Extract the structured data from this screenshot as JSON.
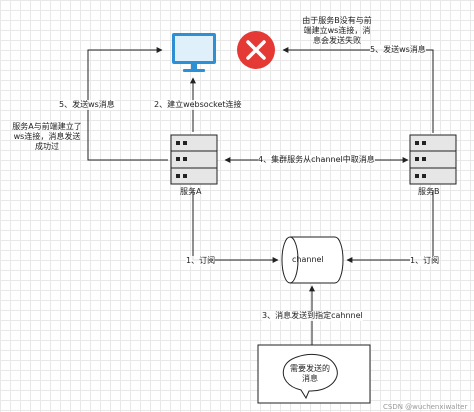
{
  "nodes": {
    "frontend": "",
    "failure": "",
    "service_a": "服务A",
    "service_b": "服务B",
    "channel": "channel",
    "message": "需要发送的\n消息"
  },
  "edges": {
    "a_to_frontend": "5、发送ws消息",
    "frontend_ws": "2、建立websocket连接",
    "b_to_fail": "5、发送ws消息",
    "b_to_a": "4、集群服务从channel中取消息",
    "a_subscribe": "1、订阅",
    "b_subscribe": "1、订阅",
    "to_channel": "3、消息发送到指定cahnnel"
  },
  "notes": {
    "service_a": "服务A与前端建立了\nws连接，消息发送\n成功过",
    "service_b": "由于服务B没有与前\n端建立ws连接，消\n息会发送失败"
  },
  "watermark": "CSDN @wuchenxiwalter",
  "colors": {
    "line": "#222222",
    "server_bg": "#e6e6e6",
    "monitor_blue": "#2f8fd4",
    "error_red": "#e53935"
  }
}
